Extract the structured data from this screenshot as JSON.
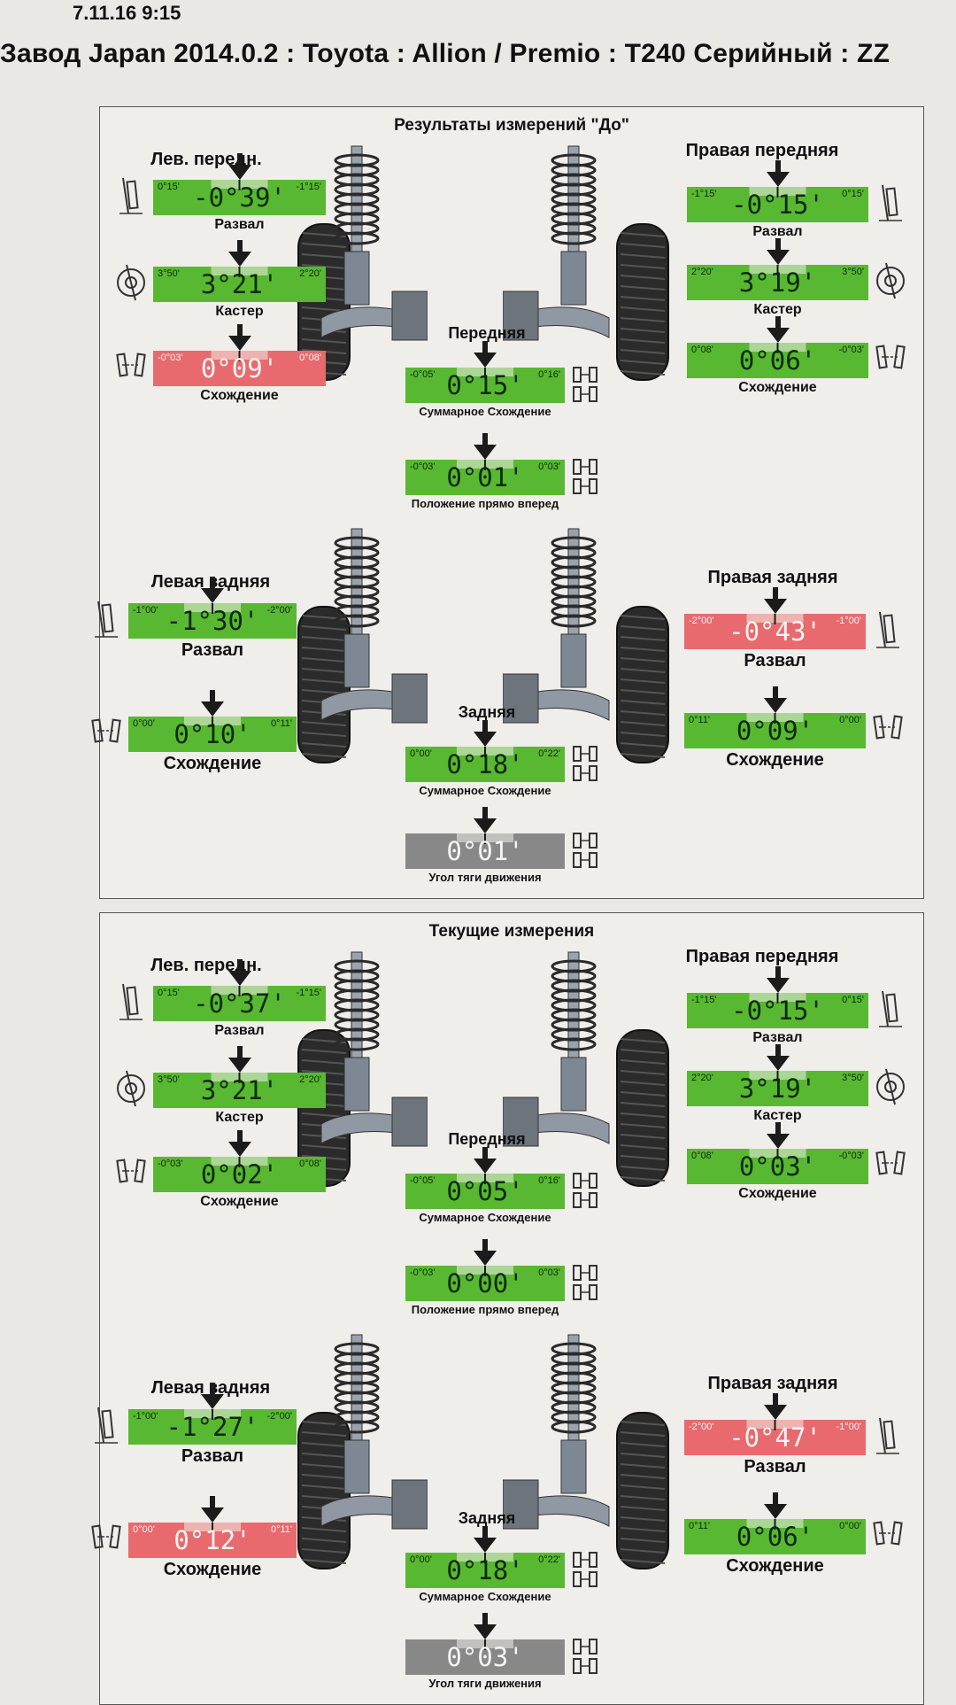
{
  "header": {
    "date": "7.11.16 9:15",
    "title": "Завод Japan 2014.0.2 : Toyota : Allion / Premio : T240 Серийный : ZZ"
  },
  "colors": {
    "green": "#59b832",
    "red": "#e86a6e",
    "gray": "#888888"
  },
  "icons": [
    "camber-wheel-icon",
    "caster-wheel-icon",
    "toe-wheels-icon",
    "total-toe-icon",
    "steering-wheel-icon",
    "thrust-angle-icon",
    "suspension-strut-illustration",
    "tire-illustration"
  ],
  "panels": [
    {
      "title": "Результаты измерений \"До\"",
      "front": {
        "label": "Передняя",
        "left_title": "Лев. передн.",
        "right_title": "Правая передняя",
        "left_camber": {
          "min": "0°15'",
          "max": "-1°15'",
          "value": "-0°39'",
          "label": "Развал",
          "status": "green"
        },
        "left_caster": {
          "min": "3°50'",
          "max": "2°20'",
          "value": "3°21'",
          "label": "Кастер",
          "status": "green"
        },
        "left_toe": {
          "min": "-0°03'",
          "max": "0°08'",
          "value": "0°09'",
          "label": "Схождение",
          "status": "red"
        },
        "right_camber": {
          "min": "-1°15'",
          "max": "0°15'",
          "value": "-0°15'",
          "label": "Развал",
          "status": "green"
        },
        "right_caster": {
          "min": "2°20'",
          "max": "3°50'",
          "value": "3°19'",
          "label": "Кастер",
          "status": "green"
        },
        "right_toe": {
          "min": "0°08'",
          "max": "-0°03'",
          "value": "0°06'",
          "label": "Схождение",
          "status": "green"
        },
        "total_toe": {
          "min": "-0°05'",
          "max": "0°16'",
          "value": "0°15'",
          "label": "Суммарное Схождение",
          "status": "green"
        },
        "straight_ahead": {
          "min": "-0°03'",
          "max": "0°03'",
          "value": "0°01'",
          "label": "Положение прямо вперед",
          "status": "green"
        }
      },
      "rear": {
        "label": "Задняя",
        "left_title": "Левая задняя",
        "right_title": "Правая задняя",
        "left_camber": {
          "min": "-1°00'",
          "max": "-2°00'",
          "value": "-1°30'",
          "label": "Развал",
          "status": "green"
        },
        "left_toe": {
          "min": "0°00'",
          "max": "0°11'",
          "value": "0°10'",
          "label": "Схождение",
          "status": "green"
        },
        "right_camber": {
          "min": "-2°00'",
          "max": "-1°00'",
          "value": "-0°43'",
          "label": "Развал",
          "status": "red"
        },
        "right_toe": {
          "min": "0°11'",
          "max": "0°00'",
          "value": "0°09'",
          "label": "Схождение",
          "status": "green"
        },
        "total_toe": {
          "min": "0°00'",
          "max": "0°22'",
          "value": "0°18'",
          "label": "Суммарное Схождение",
          "status": "green"
        },
        "thrust": {
          "min": "",
          "max": "",
          "value": "0°01'",
          "label": "Угол тяги движения",
          "status": "gray"
        }
      }
    },
    {
      "title": "Текущие измерения",
      "front": {
        "label": "Передняя",
        "left_title": "Лев. передн.",
        "right_title": "Правая передняя",
        "left_camber": {
          "min": "0°15'",
          "max": "-1°15'",
          "value": "-0°37'",
          "label": "Развал",
          "status": "green"
        },
        "left_caster": {
          "min": "3°50'",
          "max": "2°20'",
          "value": "3°21'",
          "label": "Кастер",
          "status": "green"
        },
        "left_toe": {
          "min": "-0°03'",
          "max": "0°08'",
          "value": "0°02'",
          "label": "Схождение",
          "status": "green"
        },
        "right_camber": {
          "min": "-1°15'",
          "max": "0°15'",
          "value": "-0°15'",
          "label": "Развал",
          "status": "green"
        },
        "right_caster": {
          "min": "2°20'",
          "max": "3°50'",
          "value": "3°19'",
          "label": "Кастер",
          "status": "green"
        },
        "right_toe": {
          "min": "0°08'",
          "max": "-0°03'",
          "value": "0°03'",
          "label": "Схождение",
          "status": "green"
        },
        "total_toe": {
          "min": "-0°05'",
          "max": "0°16'",
          "value": "0°05'",
          "label": "Суммарное Схождение",
          "status": "green"
        },
        "straight_ahead": {
          "min": "-0°03'",
          "max": "0°03'",
          "value": "0°00'",
          "label": "Положение прямо вперед",
          "status": "green"
        }
      },
      "rear": {
        "label": "Задняя",
        "left_title": "Левая задняя",
        "right_title": "Правая задняя",
        "left_camber": {
          "min": "-1°00'",
          "max": "-2°00'",
          "value": "-1°27'",
          "label": "Развал",
          "status": "green"
        },
        "left_toe": {
          "min": "0°00'",
          "max": "0°11'",
          "value": "0°12'",
          "label": "Схождение",
          "status": "red"
        },
        "right_camber": {
          "min": "-2°00'",
          "max": "-1°00'",
          "value": "-0°47'",
          "label": "Развал",
          "status": "red"
        },
        "right_toe": {
          "min": "0°11'",
          "max": "0°00'",
          "value": "0°06'",
          "label": "Схождение",
          "status": "green"
        },
        "total_toe": {
          "min": "0°00'",
          "max": "0°22'",
          "value": "0°18'",
          "label": "Суммарное Схождение",
          "status": "green"
        },
        "thrust": {
          "min": "",
          "max": "",
          "value": "0°03'",
          "label": "Угол тяги движения",
          "status": "gray"
        }
      }
    }
  ]
}
